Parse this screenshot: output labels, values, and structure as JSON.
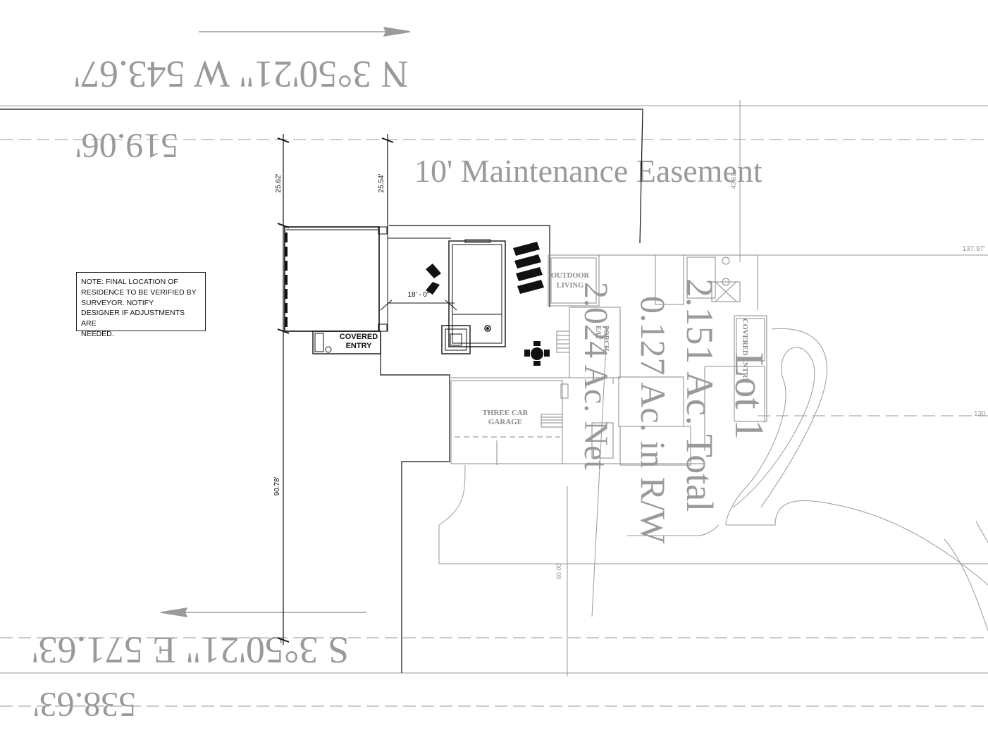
{
  "bearings": {
    "north": "N 3°50'21\" W   543.67'",
    "north_secondary": "519.06'",
    "south": "S 3°50'21\" E   571.63'",
    "south_secondary": "538.63'"
  },
  "easement_label": "10'  Maintenance Easement",
  "lot": {
    "name": "Lot 1",
    "total": "2.151 Ac. Total",
    "in_rw": "0.127 Ac. in R/W",
    "net": "2.024 Ac. Net"
  },
  "dimensions": {
    "top_left": "25.62'",
    "top_right": "25.54'",
    "left_long": "90.78'",
    "pool_offset": "18' - 0\"",
    "right_edge": "43.65'",
    "road_right": "137.97'",
    "road_right_lower": "130.",
    "road_bottom": "60.00'"
  },
  "note": "NOTE: FINAL LOCATION OF\nRESIDENCE TO BE VERIFIED BY\nSURVEYOR. NOTIFY\nDESIGNER IF ADJUSTMENTS ARE\nNEEDED.",
  "rooms": {
    "covered_entry_left_1": "COVERED",
    "covered_entry_left_2": "ENTRY",
    "outdoor_living_1": "OUTDOOR",
    "outdoor_living_2": "LIVING",
    "three_car_1": "THREE CAR",
    "three_car_2": "GARAGE",
    "eat_porch_1": "EAT",
    "eat_porch_2": "PORCH",
    "covered_entry_right": "COVERED ENTRY"
  },
  "colors": {
    "line": "#111111",
    "gray_line": "#9a9a9a",
    "gray_text": "#9a9a9a"
  }
}
